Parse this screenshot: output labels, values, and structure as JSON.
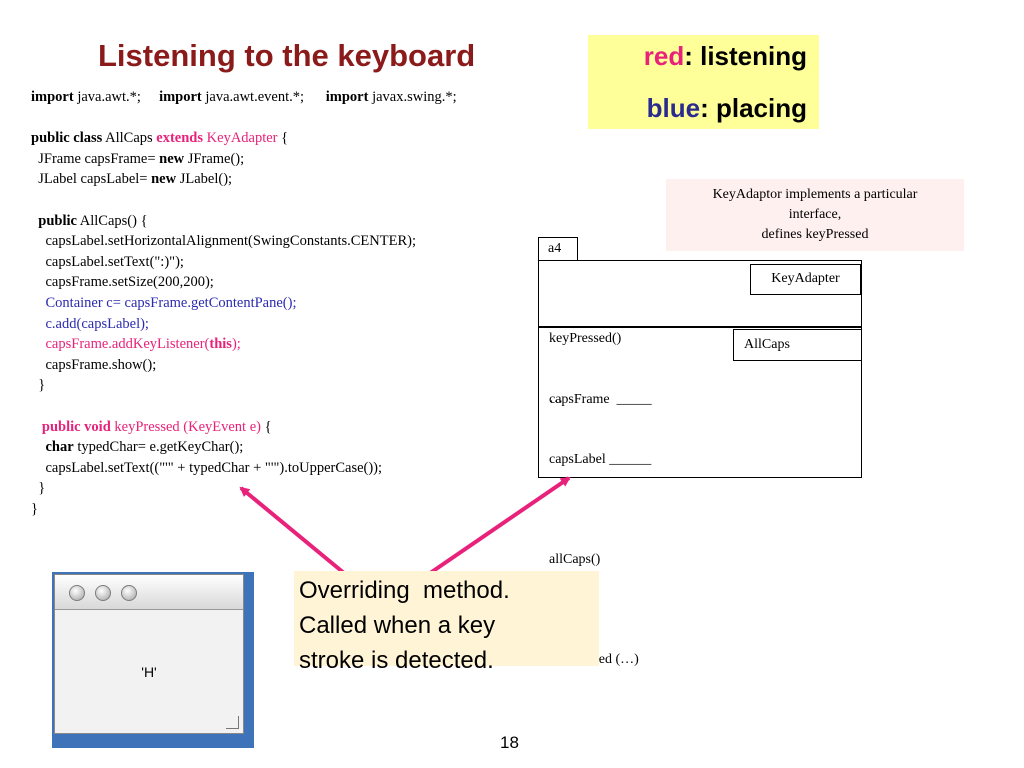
{
  "slide": {
    "title": "Listening to the keyboard",
    "page_number": "18"
  },
  "legend": {
    "red_word": "red",
    "red_text": ": listening",
    "blue_word": "blue",
    "blue_text": ": placing"
  },
  "code": {
    "imports": [
      "import",
      " java.awt.*;     ",
      "import",
      " java.awt.event.*;      ",
      "import",
      " javax.swing.*;"
    ],
    "l_class": [
      "public class",
      " AllCaps ",
      "extends",
      " KeyAdapter",
      " {"
    ],
    "l_frame": [
      "  JFrame capsFrame= ",
      "new",
      " JFrame();"
    ],
    "l_label": [
      "  JLabel capsLabel= ",
      "new",
      " JLabel();"
    ],
    "l_ctor": [
      "  ",
      "public",
      " AllCaps() {"
    ],
    "l_align": "    capsLabel.setHorizontalAlignment(SwingConstants.CENTER);",
    "l_settext": "    capsLabel.setText(\":)\");",
    "l_setsize": "    capsFrame.setSize(200,200);",
    "l_container": "    Container c= capsFrame.getContentPane();",
    "l_add": "    c.add(capsLabel);",
    "l_listener": [
      "    capsFrame.addKeyListener(",
      "this",
      ");"
    ],
    "l_show": "    capsFrame.show();",
    "l_close1": "  }",
    "l_method": [
      "   ",
      "public void",
      " keyPressed (KeyEvent e)",
      " {"
    ],
    "l_char": [
      "    ",
      "char",
      " typedChar= e.getKeyChar();"
    ],
    "l_settext2": "    capsLabel.setText((\"'\" + typedChar + \"'\").toUpperCase());",
    "l_close2": "  }",
    "l_close3": "}"
  },
  "note": {
    "lines": [
      "KeyAdaptor implements a particular",
      "interface,",
      "defines keyPressed"
    ]
  },
  "uml": {
    "tab": "a4",
    "key_adapter": "KeyAdapter",
    "all_caps": "AllCaps",
    "upper_lines": [
      "keyPressed()",
      "…"
    ],
    "lower_lines": [
      "capsFrame  _____",
      "capsLabel ______",
      "",
      "allCaps()",
      "",
      "keyPressed (…)"
    ]
  },
  "callout": {
    "lines": [
      "Overriding  method.",
      "Called when a key",
      "stroke is detected."
    ]
  },
  "window": {
    "label": "'H'"
  },
  "colors": {
    "title": "#8b1a1a",
    "listening_red": "#e8227a",
    "placing_blue": "#2b2bb0",
    "legend_bg": "#ffff99",
    "note_bg": "#fff0f0",
    "callout_bg": "#fff5d6",
    "arrow": "#e8227a",
    "window_frame": "#3f73b9"
  }
}
